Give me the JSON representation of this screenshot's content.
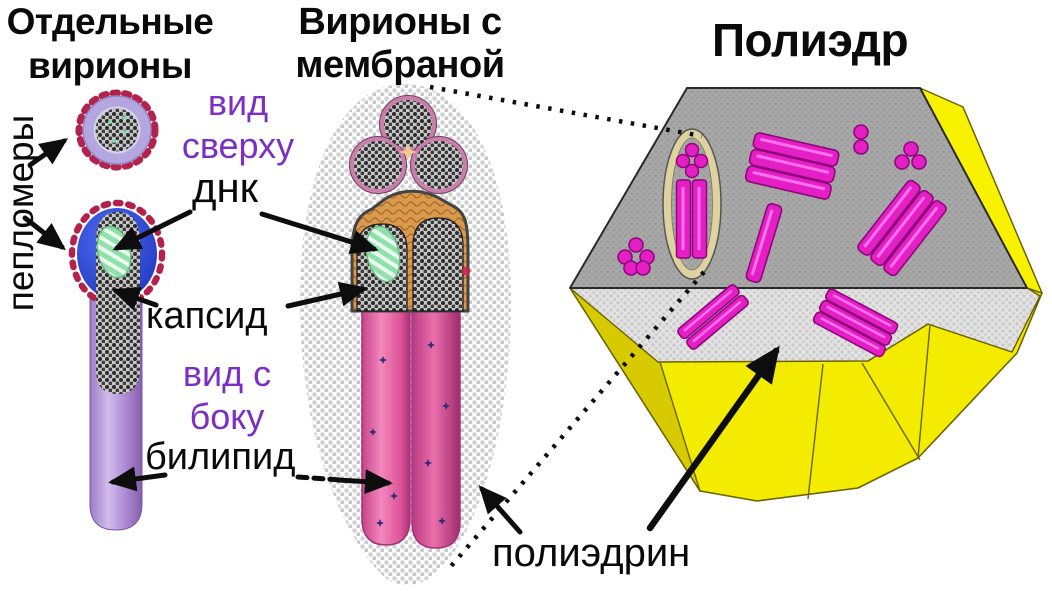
{
  "diagram": {
    "sections": {
      "individual_virions": {
        "title_line1": "Отдельные",
        "title_line2": "вирионы"
      },
      "membrane_virions": {
        "title_line1": "Вирионы с",
        "title_line2": "мембраной"
      },
      "polyhedron": {
        "title": "Полиэдр"
      }
    },
    "labels": {
      "peplomers": "пепломеры",
      "top_view": {
        "line1": "вид",
        "line2": "сверху"
      },
      "dna": "днк",
      "capsid": "капсид",
      "side_view": {
        "line1": "вид с",
        "line2": "боку"
      },
      "bilipid": "билипид",
      "polyhedrin": "полиэдрин"
    },
    "colors": {
      "label_purple": "#7b2fc4",
      "magenta_virion": "#e51fc6",
      "polyhedron_yellow": "#f4ec00",
      "pink_cylinder": "#e8579f",
      "lavender_membrane": "#b4a6de",
      "blue_envelope": "#2b46d9",
      "green_dna": "#a4e7b8",
      "red_peplomer": "#b3224a",
      "face_gray": "#a8a8a8",
      "orange_cap": "#d99a4e"
    }
  }
}
